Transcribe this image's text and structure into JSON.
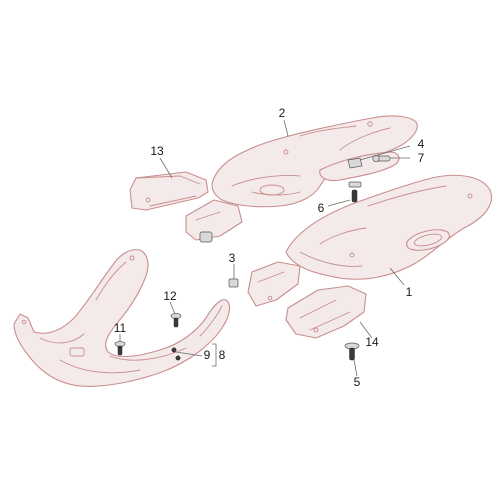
{
  "callouts": [
    {
      "id": "label-1",
      "text": "1"
    },
    {
      "id": "label-2",
      "text": "2"
    },
    {
      "id": "label-3",
      "text": "3"
    },
    {
      "id": "label-4",
      "text": "4"
    },
    {
      "id": "label-5",
      "text": "5"
    },
    {
      "id": "label-6",
      "text": "6"
    },
    {
      "id": "label-7",
      "text": "7"
    },
    {
      "id": "label-8",
      "text": "8"
    },
    {
      "id": "label-9",
      "text": "9"
    },
    {
      "id": "label-11",
      "text": "11"
    },
    {
      "id": "label-12",
      "text": "12"
    },
    {
      "id": "label-13",
      "text": "13"
    },
    {
      "id": "label-14",
      "text": "14"
    }
  ],
  "colors": {
    "part_outline": "#c98e8e",
    "part_fill": "#f4eaea",
    "hardware": "#3a3a3a",
    "leader": "#6b6b6b"
  }
}
